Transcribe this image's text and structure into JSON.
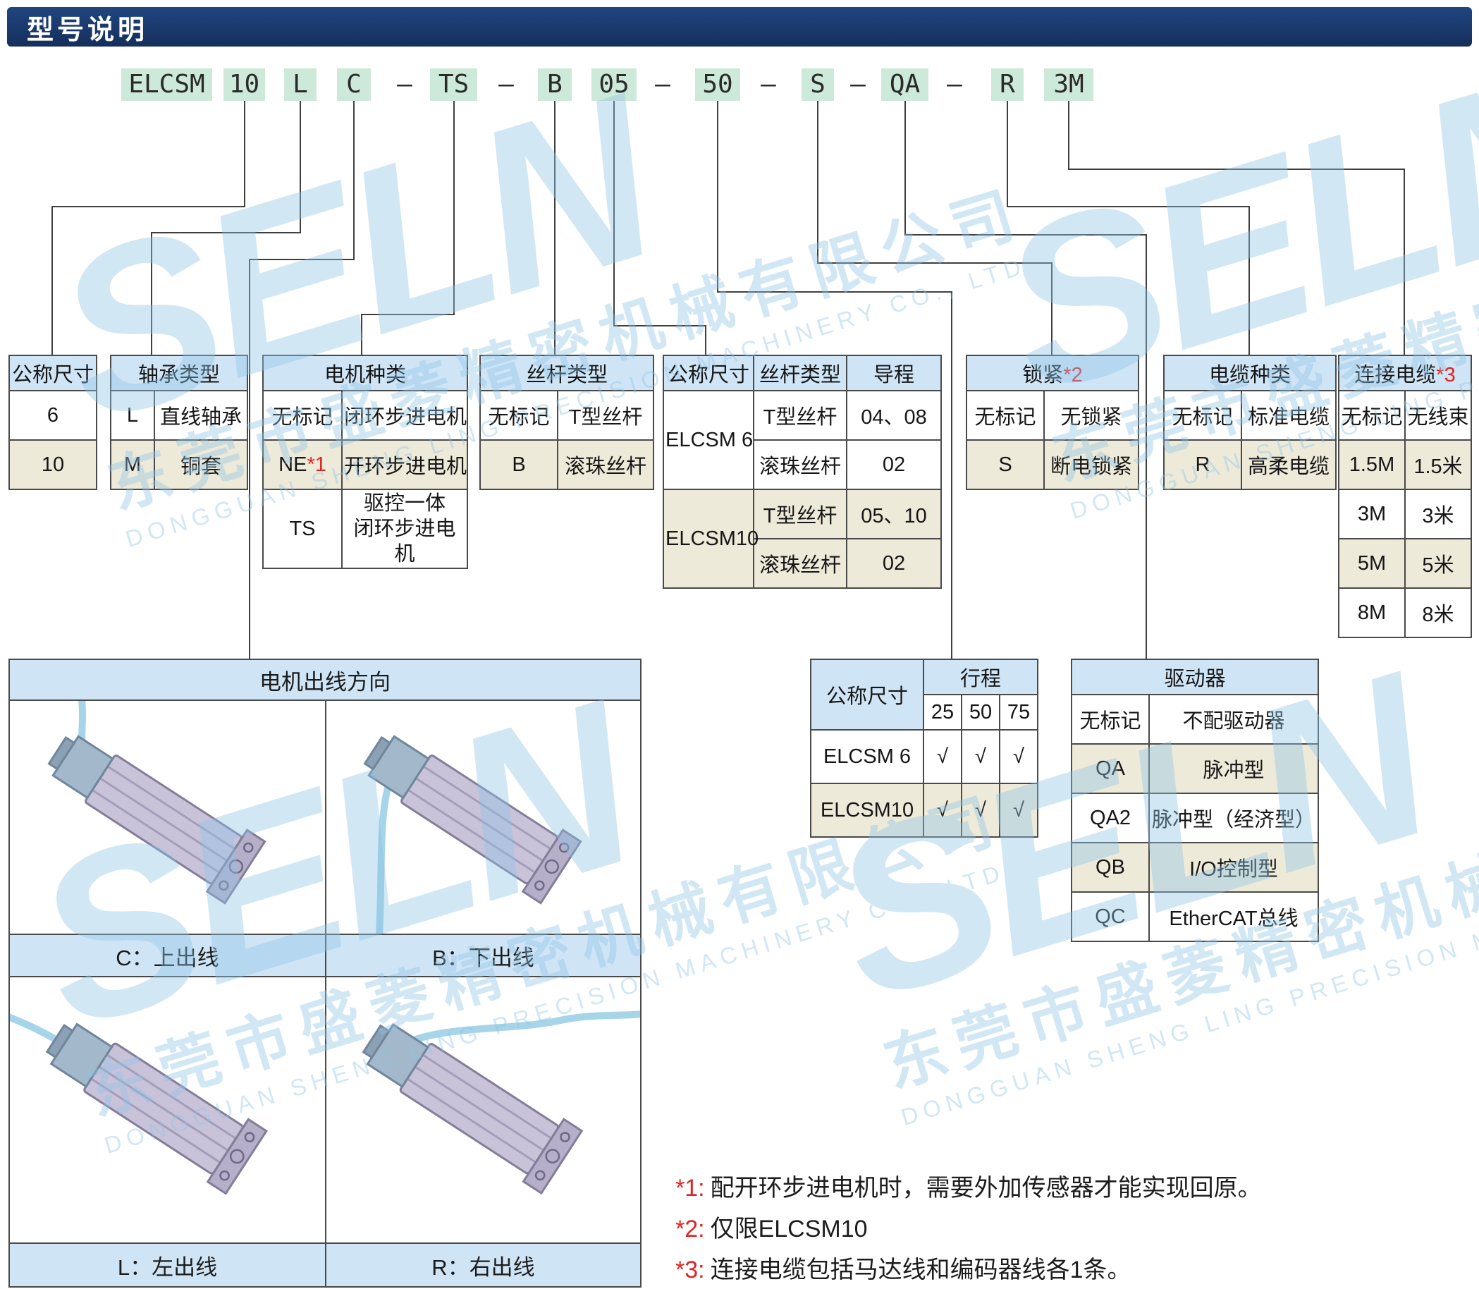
{
  "title": "型号说明",
  "model_code": {
    "segments": [
      "ELCSM",
      "10",
      "L",
      "C",
      "–",
      "TS",
      "–",
      "B",
      "05",
      "–",
      "50",
      "–",
      "S",
      "–",
      "QA",
      "–",
      "R",
      "3M"
    ]
  },
  "size_table": {
    "header": "公称尺寸",
    "rows": [
      "6",
      "10"
    ]
  },
  "bearing_table": {
    "header": "轴承类型",
    "rows": [
      {
        "code": "L",
        "label": "直线轴承"
      },
      {
        "code": "M",
        "label": "铜套"
      }
    ]
  },
  "motor_table": {
    "header": "电机种类",
    "rows": [
      {
        "code": "无标记",
        "note": "",
        "label": "闭环步进电机"
      },
      {
        "code": "NE",
        "note": "*1",
        "label": "开环步进电机"
      },
      {
        "code": "TS",
        "note": "",
        "label": "驱控一体\n闭环步进电机"
      }
    ]
  },
  "screw_table": {
    "header": "丝杆类型",
    "rows": [
      {
        "code": "无标记",
        "label": "T型丝杆"
      },
      {
        "code": "B",
        "label": "滚珠丝杆"
      }
    ]
  },
  "lead_table": {
    "headers": {
      "size": "公称尺寸",
      "screw": "丝杆类型",
      "lead": "导程"
    },
    "groups": [
      {
        "size": "ELCSM 6",
        "rows": [
          {
            "screw": "T型丝杆",
            "lead": "04、08"
          },
          {
            "screw": "滚珠丝杆",
            "lead": "02"
          }
        ]
      },
      {
        "size": "ELCSM10",
        "rows": [
          {
            "screw": "T型丝杆",
            "lead": "05、10"
          },
          {
            "screw": "滚珠丝杆",
            "lead": "02"
          }
        ]
      }
    ]
  },
  "lock_table": {
    "header": "锁紧",
    "header_note": "*2",
    "rows": [
      {
        "code": "无标记",
        "label": "无锁紧"
      },
      {
        "code": "S",
        "label": "断电锁紧"
      }
    ]
  },
  "cable_type_table": {
    "header": "电缆种类",
    "rows": [
      {
        "code": "无标记",
        "label": "标准电缆"
      },
      {
        "code": "R",
        "label": "高柔电缆"
      }
    ]
  },
  "cable_length_table": {
    "header": "连接电缆",
    "header_note": "*3",
    "rows": [
      {
        "code": "无标记",
        "label": "无线束"
      },
      {
        "code": "1.5M",
        "label": "1.5米"
      },
      {
        "code": "3M",
        "label": "3米"
      },
      {
        "code": "5M",
        "label": "5米"
      },
      {
        "code": "8M",
        "label": "8米"
      }
    ]
  },
  "outlet_panel": {
    "header": "电机出线方向",
    "labels": {
      "up": "C：上出线",
      "down": "B：下出线",
      "left": "L：左出线",
      "right": "R：右出线"
    }
  },
  "stroke_table": {
    "corner": "公称尺寸",
    "group_header": "行程",
    "columns": [
      "25",
      "50",
      "75"
    ],
    "rows": [
      {
        "label": "ELCSM 6",
        "values": [
          "√",
          "√",
          "√"
        ]
      },
      {
        "label": "ELCSM10",
        "values": [
          "√",
          "√",
          "√"
        ]
      }
    ]
  },
  "driver_table": {
    "header": "驱动器",
    "rows": [
      {
        "code": "无标记",
        "label": "不配驱动器"
      },
      {
        "code": "QA",
        "label": "脉冲型"
      },
      {
        "code": "QA2",
        "label": "脉冲型（经济型）"
      },
      {
        "code": "QB",
        "label": "I/O控制型"
      },
      {
        "code": "QC",
        "label": "EtherCAT总线"
      }
    ]
  },
  "footnotes": [
    {
      "marker": "*1:",
      "text": "配开环步进电机时，需要外加传感器才能实现回原。"
    },
    {
      "marker": "*2:",
      "text": "仅限ELCSM10"
    },
    {
      "marker": "*3:",
      "text": "连接电缆包括马达线和编码器线各1条。"
    }
  ],
  "watermark": {
    "brand": "SELN",
    "company_cn": "东莞市盛菱精密机械有限公司",
    "company_en": "DONGGUAN SHENG LING PRECISION MACHINERY CO., LTD."
  },
  "colors": {
    "title_bar": "#1a3a6e",
    "code_chip_bg": "#cde9da",
    "table_header_bg": "#cfe5f6",
    "row_alt_bg": "#eeead9",
    "note_red": "#e02424",
    "watermark_blue": "#8fc4e6",
    "line": "#3f3f3f"
  }
}
